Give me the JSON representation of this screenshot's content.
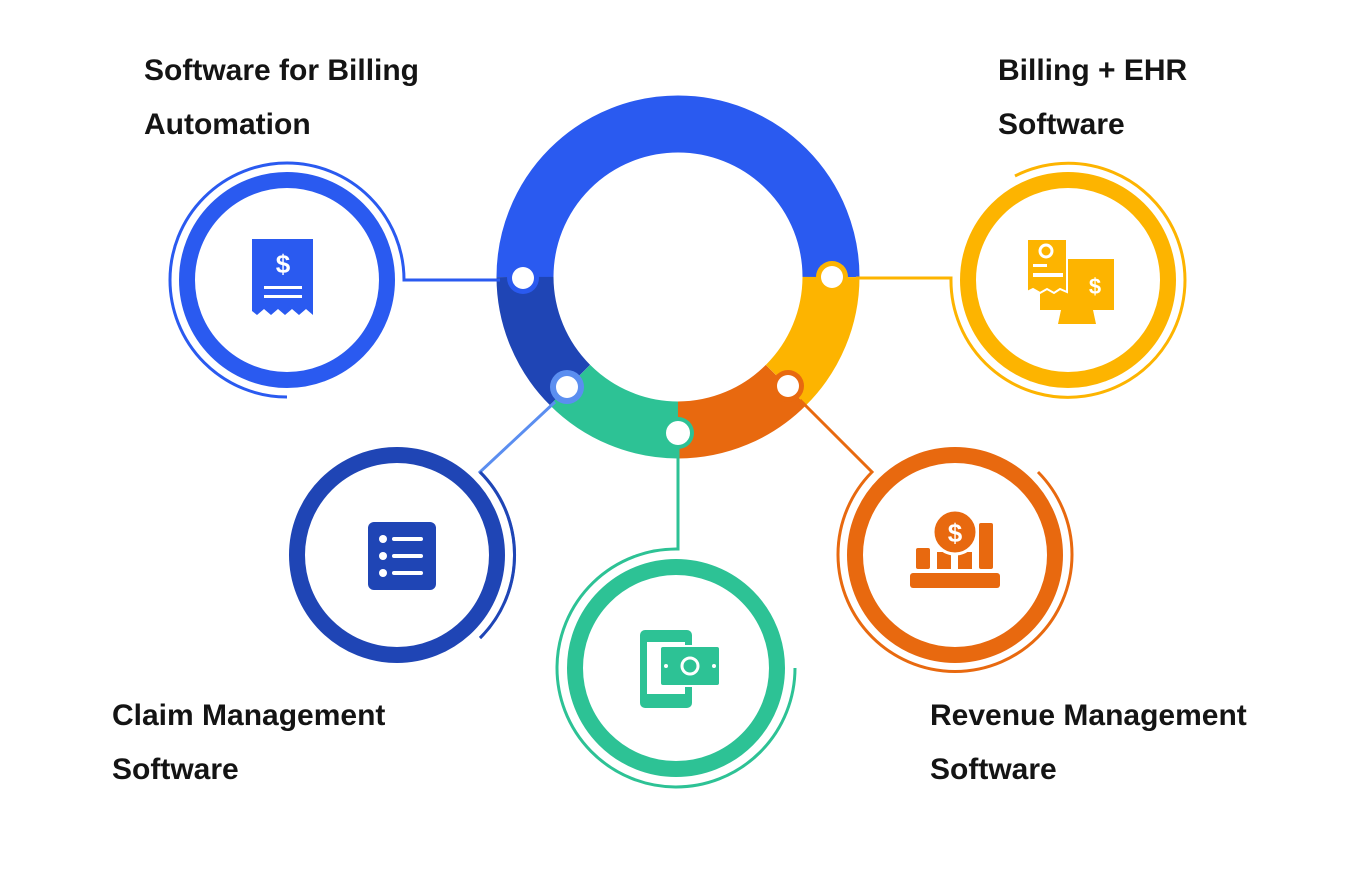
{
  "colors": {
    "blue": "#2a5af0",
    "dark_blue": "#1f45b5",
    "light_blue": "#5b8ef0",
    "green": "#2dc295",
    "orange": "#e8690f",
    "yellow": "#fdb400",
    "text": "#141414"
  },
  "nodes": [
    {
      "id": "billing-automation",
      "line1": "Software for Billing",
      "line2": "Automation",
      "icon": "receipt-dollar-icon",
      "color": "blue"
    },
    {
      "id": "billing-ehr",
      "line1": "Billing + EHR",
      "line2": "Software",
      "icon": "document-monitor-dollar-icon",
      "color": "yellow"
    },
    {
      "id": "claim-management",
      "line1": "Claim Management",
      "line2": "Software",
      "icon": "checklist-icon",
      "color": "dark_blue"
    },
    {
      "id": "payment",
      "icon": "phone-cash-icon",
      "color": "green"
    },
    {
      "id": "revenue-management",
      "line1": "Revenue Management",
      "line2": "Software",
      "icon": "dollar-bar-chart-icon",
      "color": "orange"
    }
  ]
}
